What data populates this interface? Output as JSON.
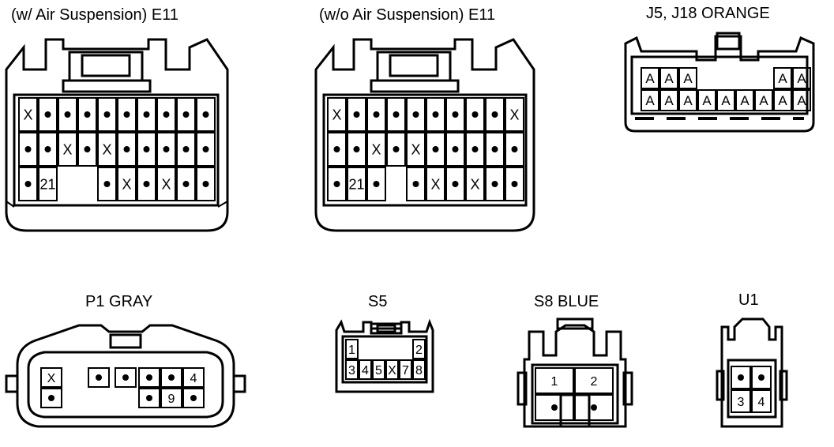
{
  "connectors": [
    {
      "id": "e11-w",
      "label": "(w/ Air Suspension)  E11",
      "cells": [
        [
          "X",
          "•",
          "•",
          "•",
          "•",
          "•",
          "•",
          "•",
          "•",
          "•"
        ],
        [
          "•",
          "•",
          "X",
          "•",
          "X",
          "•",
          "•",
          "•",
          "•",
          "•"
        ],
        [
          "•",
          "21",
          "",
          "",
          "•",
          "X",
          "•",
          "X",
          "•",
          "•"
        ]
      ]
    },
    {
      "id": "e11-wo",
      "label": "(w/o Air Suspension) E11",
      "cells": [
        [
          "X",
          "•",
          "•",
          "•",
          "•",
          "•",
          "•",
          "•",
          "•",
          "X"
        ],
        [
          "•",
          "•",
          "X",
          "•",
          "X",
          "•",
          "•",
          "•",
          "•",
          "•"
        ],
        [
          "•",
          "21",
          "•",
          "",
          "•",
          "X",
          "•",
          "X",
          "•",
          "•"
        ]
      ]
    },
    {
      "id": "j5-j18",
      "label": "J5, J18  ORANGE",
      "cells": [
        [
          "A",
          "A",
          "A",
          "",
          "",
          "",
          "",
          "A",
          "A"
        ],
        [
          "A",
          "A",
          "A",
          "A",
          "A",
          "A",
          "A",
          "A",
          "A"
        ]
      ]
    },
    {
      "id": "p1",
      "label": "P1  GRAY",
      "cells": [
        [
          "X",
          "",
          "•",
          "•",
          "•",
          "•",
          "4"
        ],
        [
          "•",
          "",
          "",
          "",
          "•",
          "9",
          "•"
        ]
      ]
    },
    {
      "id": "s5",
      "label": "S5",
      "cells": [
        [
          "1",
          "",
          "",
          "",
          "",
          "2"
        ],
        [
          "3",
          "4",
          "5",
          "X",
          "7",
          "8"
        ]
      ]
    },
    {
      "id": "s8",
      "label": "S8  BLUE",
      "cells": [
        [
          "1",
          "2"
        ],
        [
          "•",
          "•"
        ]
      ]
    },
    {
      "id": "u1",
      "label": "U1",
      "cells": [
        [
          "•",
          "•"
        ],
        [
          "3",
          "4"
        ]
      ]
    }
  ]
}
